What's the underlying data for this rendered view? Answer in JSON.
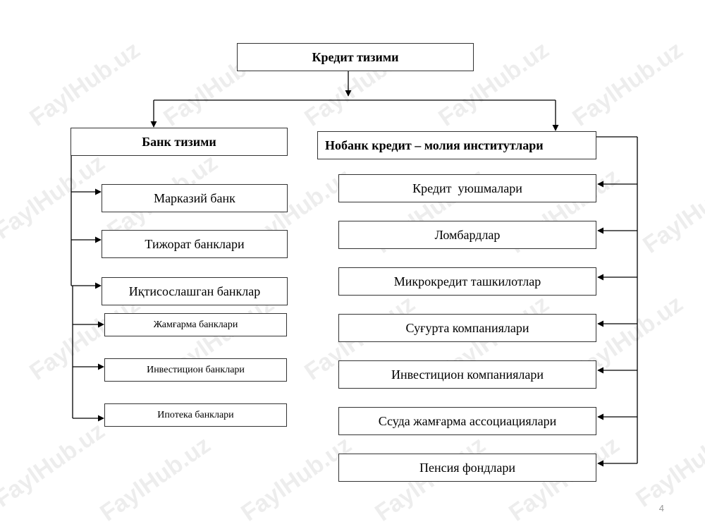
{
  "root": {
    "label": "Кредит тизими"
  },
  "bank_system": {
    "title": "Банк тизими",
    "items": [
      "Марказий банк",
      "Тижорат банклари",
      "Иқтисослашган банклар"
    ],
    "sub_items": [
      "Жамғарма банклари",
      "Инвестицион банклари",
      "Ипотека банклари"
    ]
  },
  "nonbank": {
    "title": "Нобанк кредит – молия институтлари",
    "items": [
      "Кредит  уюшмалари",
      "Ломбардлар",
      "Микрокредит ташкилотлар",
      "Суғурта компаниялари",
      "Инвестицион компаниялари",
      "Ссуда жамғарма ассоциациялари",
      "Пенсия фондлари"
    ]
  },
  "watermark": "FaylHub.uz",
  "page_number": "4"
}
